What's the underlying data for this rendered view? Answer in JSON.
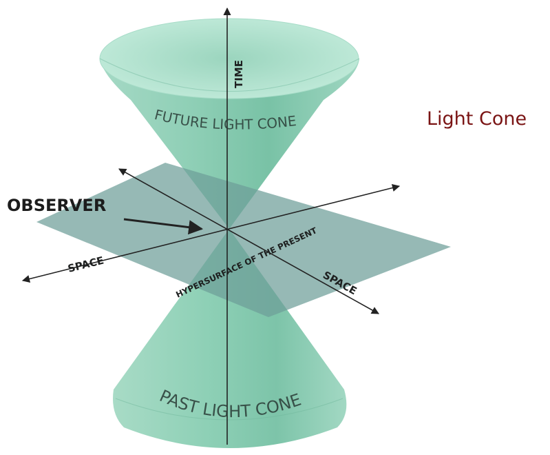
{
  "side_title": "Light Cone",
  "labels": {
    "time": "TIME",
    "future_cone": "FUTURE LIGHT CONE",
    "past_cone": "PAST LIGHT CONE",
    "observer": "OBSERVER",
    "space_left": "SPACE",
    "space_right": "SPACE",
    "hypersurface": "HYPERSURFACE OF THE PRESENT"
  },
  "colors": {
    "cone_fill": "#8ecfb8",
    "cone_rim": "#b6e6d2",
    "plane_fill": "#6e9e98",
    "axis": "#222222",
    "title": "#7a1414"
  }
}
